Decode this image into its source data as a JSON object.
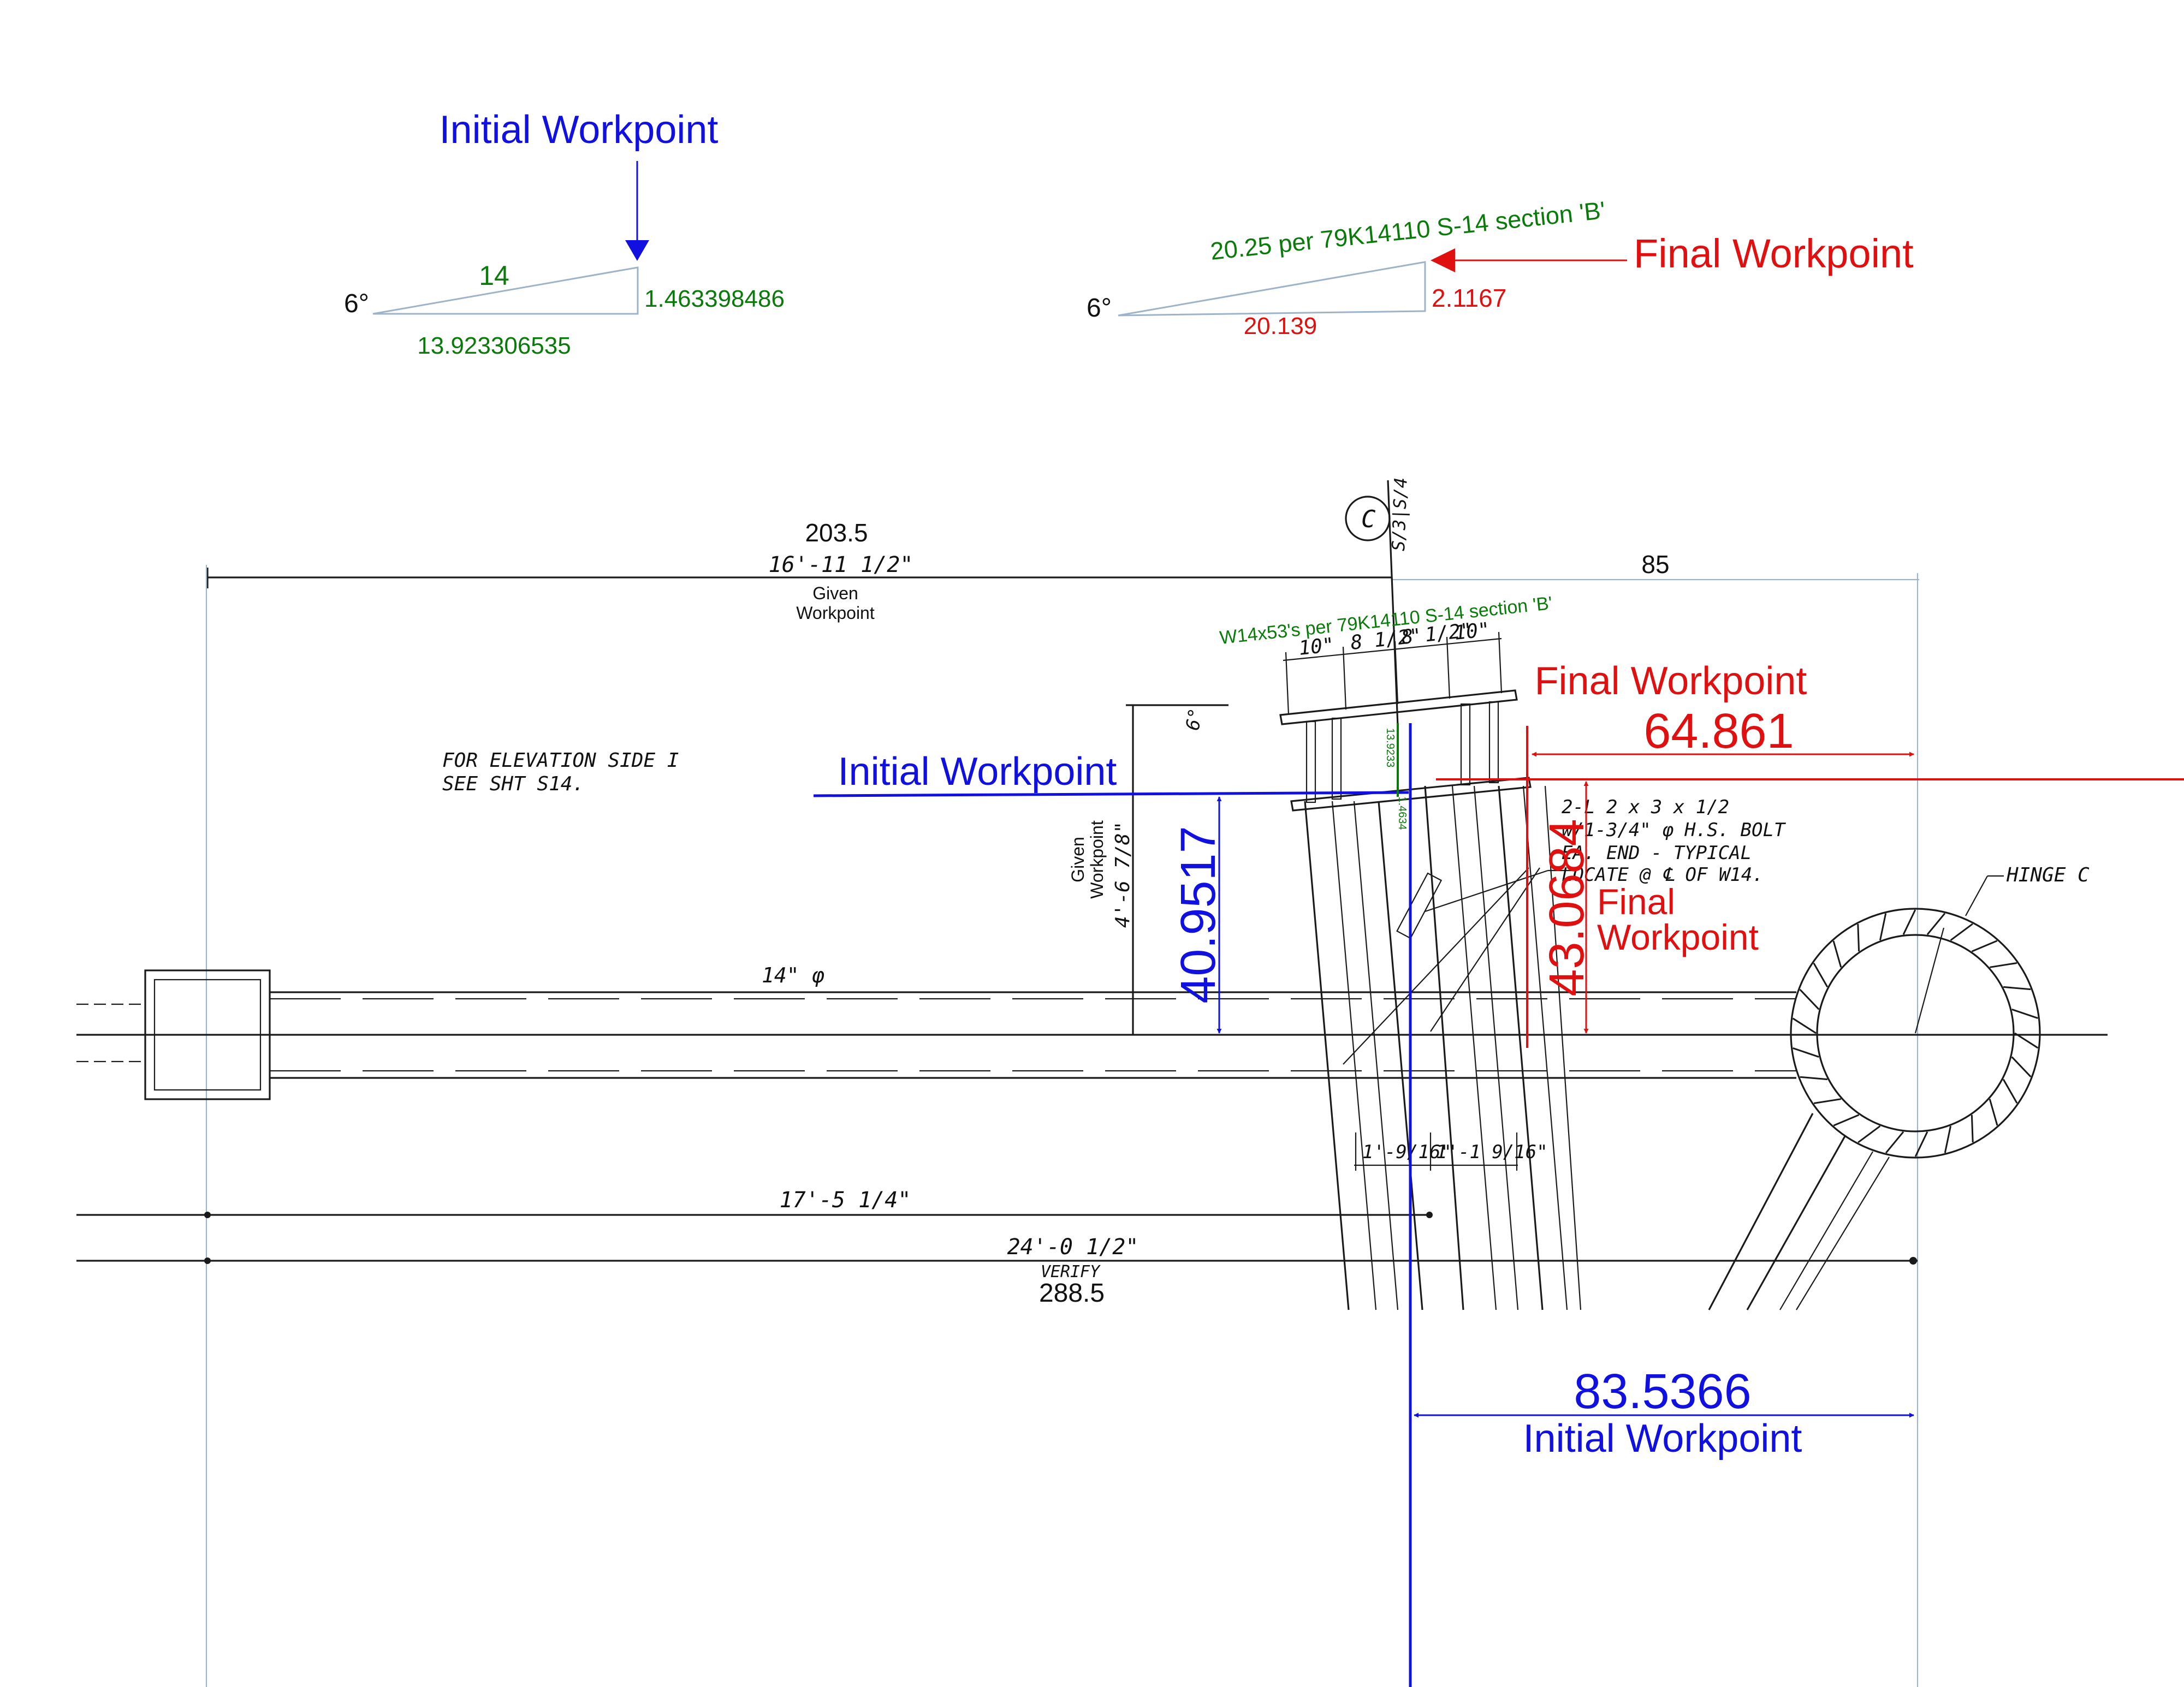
{
  "triangles": {
    "initial": {
      "title": "Initial Workpoint",
      "angle": "6°",
      "hypotenuse": "14",
      "rise": "1.463398486",
      "run": "13.923306535"
    },
    "final": {
      "title": "Final Workpoint",
      "angle": "6°",
      "hypotenuse": "20.25 per 79K14110 S-14 section 'B'",
      "rise": "2.1167",
      "run": "20.139"
    }
  },
  "annotations": {
    "dim_203": "203.5",
    "dim_85": "85",
    "given_wp_top": [
      "Given",
      "Workpoint"
    ],
    "given_wp_side": [
      "Given",
      "Workpoint"
    ],
    "w14_note": "W14x53's per 79K14110 S-14 section 'B'",
    "final_wp_top": "Final Workpoint",
    "final_wp_top_value": "64.861",
    "initial_wp_left": "Initial Workpoint",
    "initial_wp_vertical": "40.9517",
    "final_wp_vertical": "43.0684",
    "final_wp_side": [
      "Final",
      "Workpoint"
    ],
    "dim_288": "288.5",
    "initial_wp_bottom_value": "83.5366",
    "initial_wp_bottom": "Initial Workpoint",
    "small_green_1": "13.9233",
    "small_green_2": "1.4634"
  },
  "drawing_text": {
    "section_mark": "C",
    "section_sheet": "S/3|S/4",
    "dim_top": "16'-11 1/2\"",
    "dim_10a": "10\"",
    "dim_8a": "8 1/2\"",
    "dim_8b": "8 1/2\"",
    "dim_10b": "10\"",
    "angle_6": "6°",
    "elevation_note": [
      "FOR ELEVATION SIDE I",
      "SEE SHT S14."
    ],
    "dim_vertical": "4'-6 7/8\"",
    "pipe": "14\" φ",
    "bolt_note": [
      "2-L 2 x 3 x 1/2",
      "w/1-3/4\" φ H.S. BOLT",
      "EA. END - TYPICAL",
      "LOCATE @ ℄ OF W14."
    ],
    "hinge": "HINGE C",
    "dim_1_9_a": "1'-9/16\"",
    "dim_1_9_b": "1'-1 9/16\"",
    "dim_17": "17'-5 1/4\"",
    "dim_24": "24'-0 1/2\"",
    "verify": "VERIFY"
  },
  "colors": {
    "blue": "#1010e0",
    "red": "#e01010",
    "green": "#0a7a0a",
    "guide": "#9fb3c8"
  }
}
